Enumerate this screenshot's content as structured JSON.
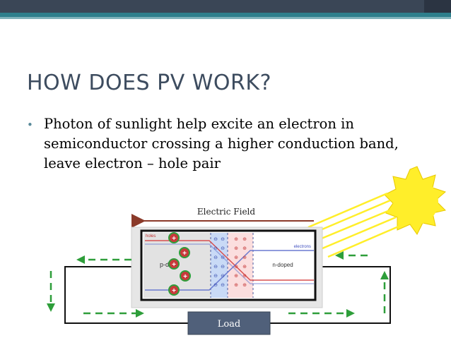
{
  "slide": {
    "title": "HOW DOES PV WORK?",
    "bullet_text": "Photon of sunlight help excite an electron in semiconductor crossing a higher conduction band, leave electron – hole pair"
  },
  "diagram": {
    "field_label": "Electric Field",
    "load_label": "Load",
    "holes_label": "holes",
    "electrons_label": "electrons",
    "p_label": "p-d",
    "p_label_tail": "d",
    "n_label": "n-doped",
    "plus_symbol": "+",
    "minus_symbol": "⊖",
    "plus_small": "⊕"
  },
  "colors": {
    "title": "#3d4c5f",
    "band_dark": "#3a4656",
    "band_teal": "#2e7f8c",
    "band_light": "#7fb2ba",
    "arrow_green": "#2e9e3a",
    "load_fill": "#50607a",
    "sun": "#ffee2a",
    "field_arrow": "#8b3a2a"
  }
}
